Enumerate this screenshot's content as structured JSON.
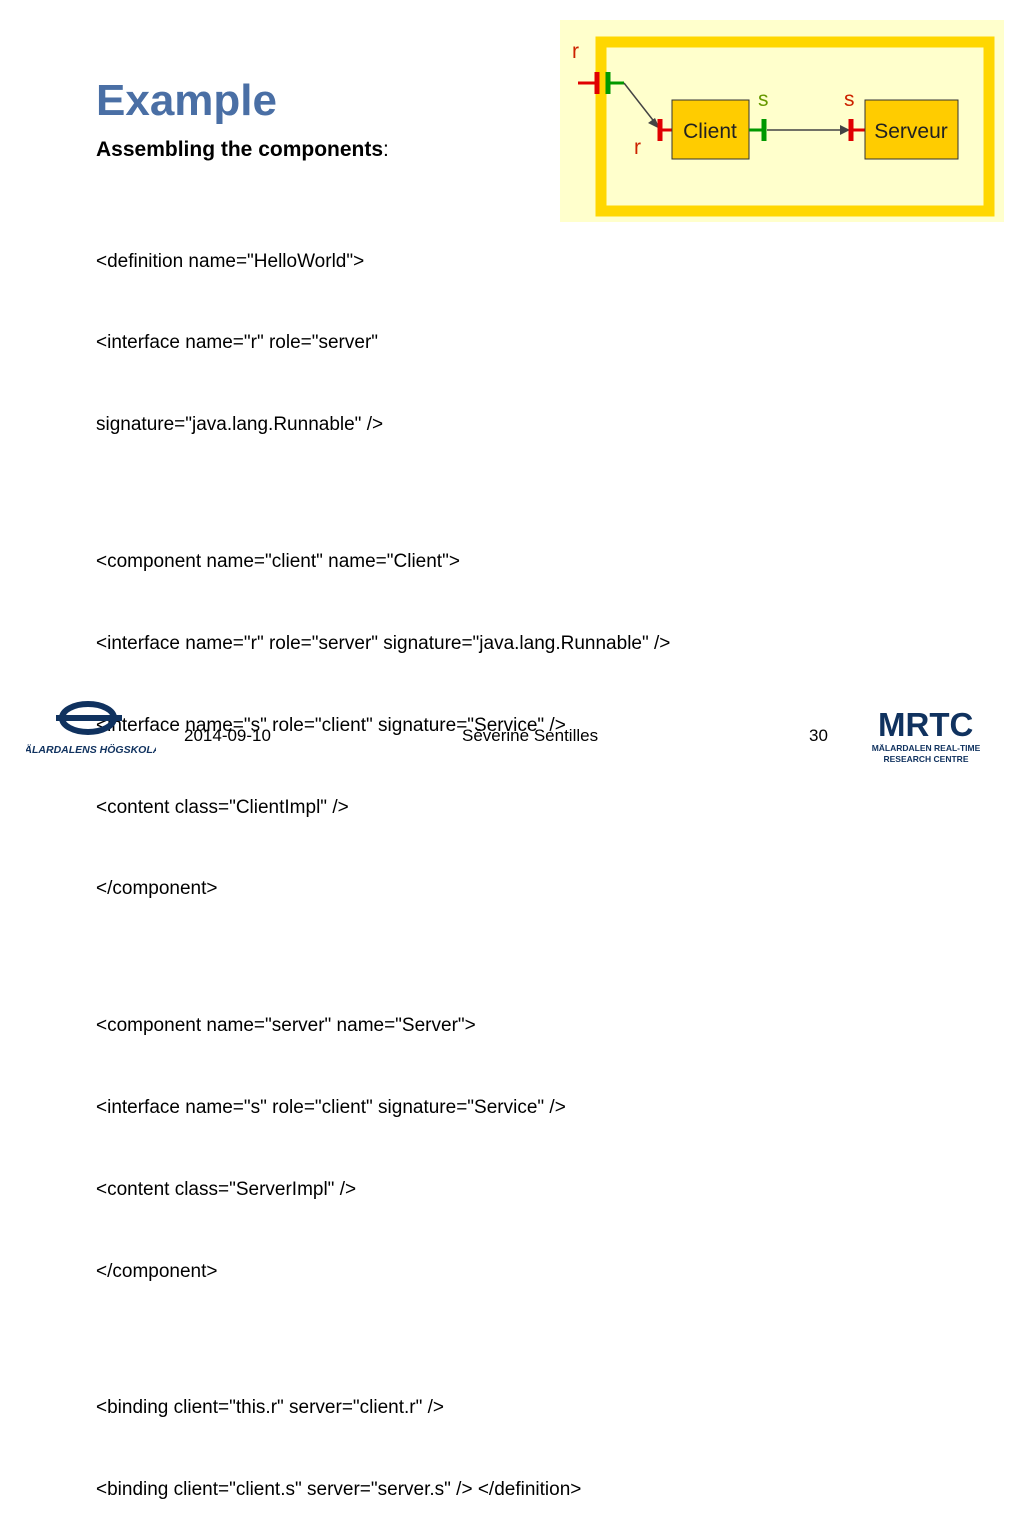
{
  "slide": {
    "title": "Example",
    "subtitle": "Assembling the components",
    "subtitle_suffix": ":",
    "code_lines": [
      "<definition name=\"HelloWorld\">",
      "<interface name=\"r\" role=\"server\"",
      "signature=\"java.lang.Runnable\" />",
      "",
      "<component name=\"client\" name=\"Client\">",
      "<interface name=\"r\" role=\"server\" signature=\"java.lang.Runnable\" />",
      "<interface name=\"s\" role=\"client\" signature=\"Service\" />",
      "<content class=\"ClientImpl\" />",
      "</component>",
      "",
      "<component name=\"server\" name=\"Server\">",
      "<interface name=\"s\" role=\"client\" signature=\"Service\" />",
      "<content class=\"ServerImpl\" />",
      "</component>",
      "",
      "<binding client=\"this.r\" server=\"client.r\" />",
      "<binding client=\"client.s\" server=\"server.s\" /> </definition>"
    ]
  },
  "diagram": {
    "outer_label_r": "r",
    "client_label_r": "r",
    "client_label_s": "s",
    "server_label_s": "s",
    "client_name": "Client",
    "server_name": "Serveur",
    "colors": {
      "background": "#ffffcc",
      "frame": "#ffd700",
      "box": "#ffcc00",
      "server_iface": "#e00000",
      "client_iface": "#009900",
      "s_label_green": "#669900",
      "r_label_red": "#cc2200"
    }
  },
  "footer": {
    "date": "2014-09-10",
    "author": "Séverine Sentilles",
    "page": "30",
    "left_logo_text": "MÄLARDALENS HÖGSKOLA",
    "right_logo_text": "MRTC",
    "right_logo_sub1": "MÄLARDALEN REAL-TIME",
    "right_logo_sub2": "RESEARCH CENTRE"
  }
}
